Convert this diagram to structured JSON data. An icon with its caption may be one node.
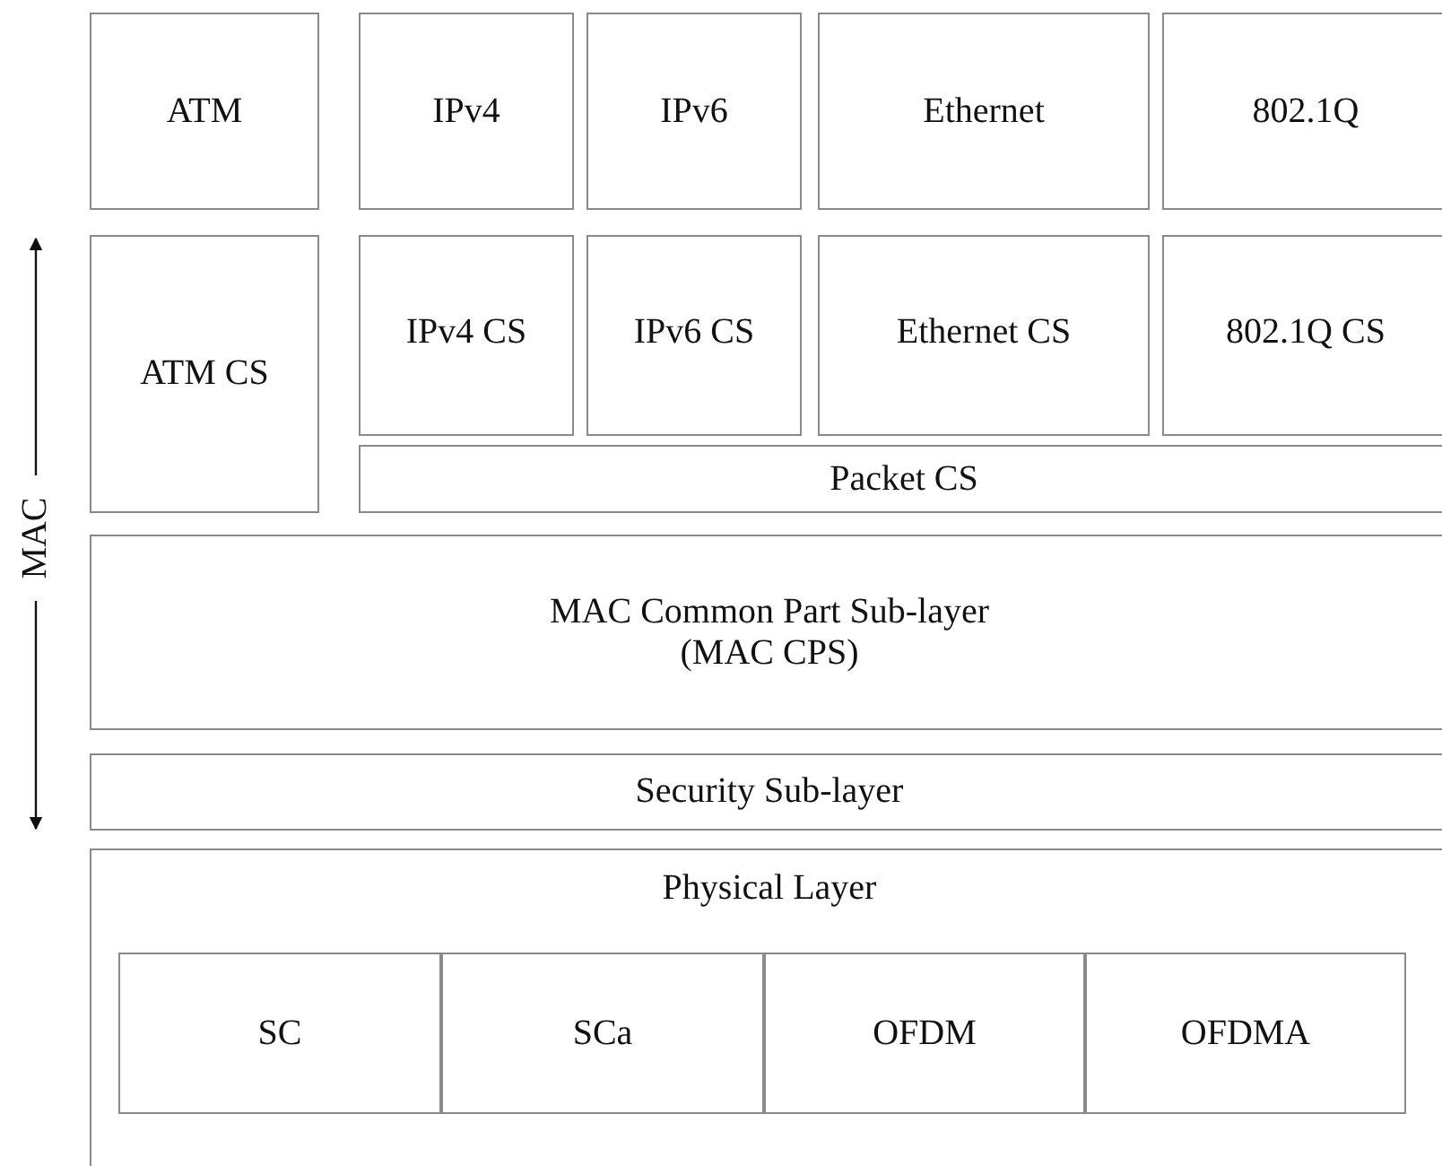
{
  "diagram": {
    "nodes": [
      {
        "text": [
          "ATM"
        ]
      },
      {
        "text": [
          "IPv4"
        ]
      },
      {
        "text": [
          "IPv6"
        ]
      },
      {
        "text": [
          "Ethernet"
        ]
      },
      {
        "text": [
          "802.1Q"
        ]
      },
      {
        "text": [
          "ATM CS"
        ]
      },
      {
        "text": [
          "IPv4 CS"
        ]
      },
      {
        "text": [
          "IPv6 CS"
        ]
      },
      {
        "text": [
          "Ethernet CS"
        ]
      },
      {
        "text": [
          "802.1Q CS"
        ]
      },
      {
        "text": [
          "Packet CS"
        ]
      },
      {
        "text": [
          "MAC Common Part Sub-layer (MAC CPS)"
        ]
      },
      {
        "text": [
          "Security Sub-layer"
        ]
      },
      {
        "text": [
          "Physical Layer"
        ]
      },
      {
        "text": [
          "SC"
        ],
        "in": 13
      },
      {
        "text": [
          "SCa"
        ],
        "in": 13
      },
      {
        "text": [
          "OFDM"
        ],
        "in": 13
      },
      {
        "text": [
          "OFDMA"
        ],
        "in": 13
      }
    ],
    "edges": [],
    "labels": [
      "MAC"
    ]
  }
}
